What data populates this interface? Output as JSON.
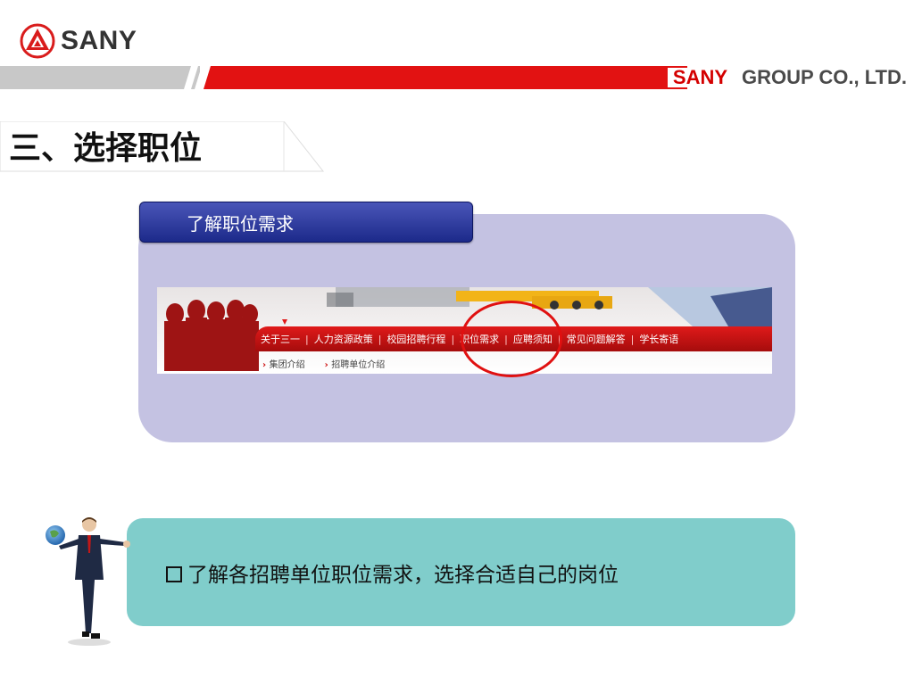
{
  "header": {
    "logo_text": "SANY",
    "group_sany": "SANY",
    "group_rest": "GROUP CO., LTD.",
    "accent_red": "#e21212"
  },
  "page_title": "三、选择职位",
  "section": {
    "header": "了解职位需求",
    "panel_color": "#c4c2e2"
  },
  "website": {
    "nav": [
      "关于三一",
      "人力资源政策",
      "校园招聘行程",
      "职位需求",
      "应聘须知",
      "常见问题解答",
      "学长寄语"
    ],
    "sub": [
      "集团介绍",
      "招聘单位介绍"
    ],
    "highlighted": "职位需求"
  },
  "bullet": {
    "text": "了解各招聘单位职位需求，选择合适自己的岗位",
    "box_color": "#80cdcb"
  }
}
